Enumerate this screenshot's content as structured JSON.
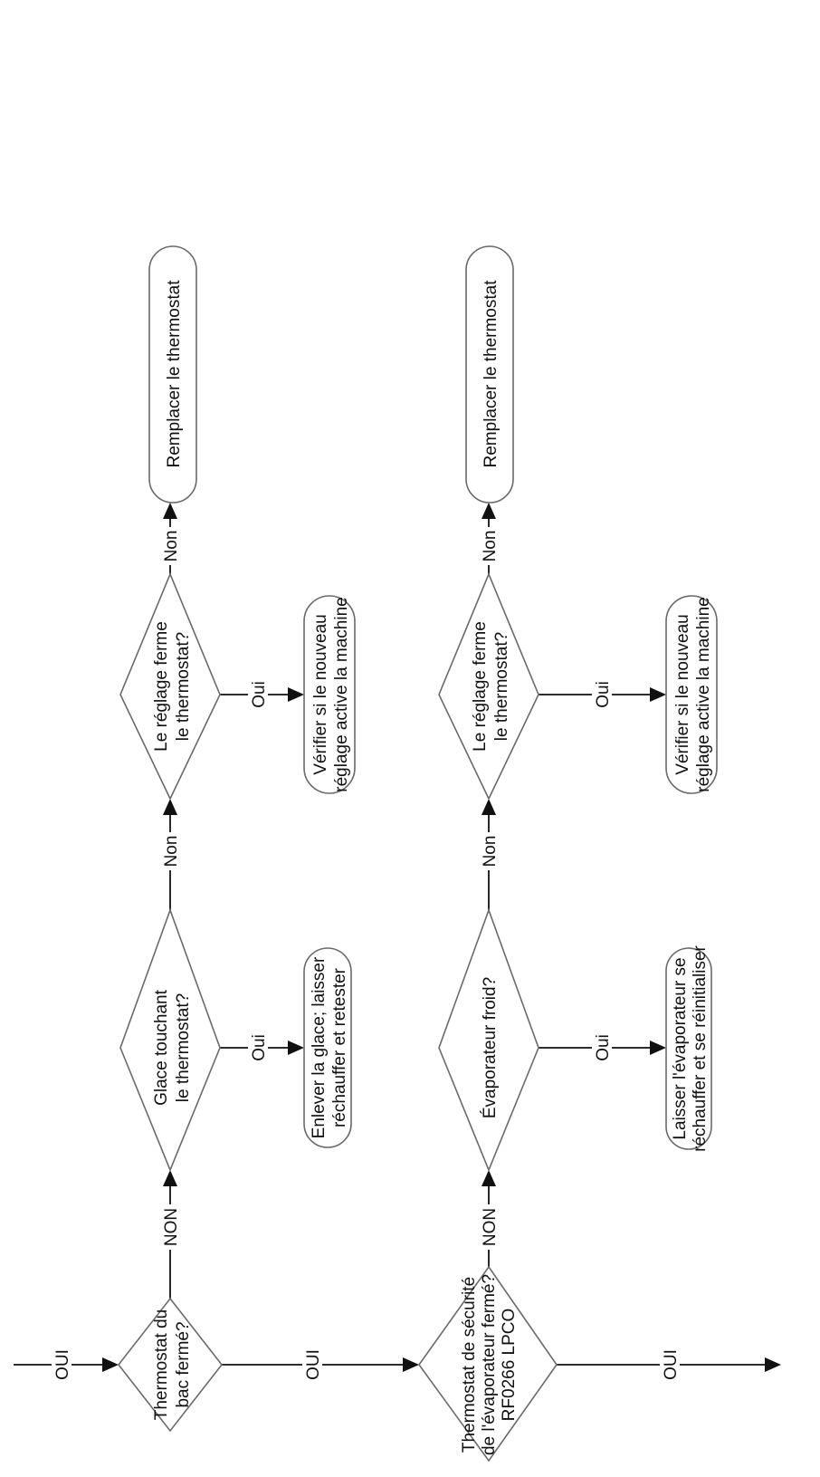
{
  "colors": {
    "shape_stroke": "#6a6a6a",
    "line": "#111111",
    "background": "#ffffff"
  },
  "nodes": {
    "d1": [
      "Thermostat du",
      "bac fermé?"
    ],
    "d2": [
      "Glace touchant",
      "le thermostat?"
    ],
    "r2": [
      "Enlever la glace; laisser",
      "réchauffer et retester"
    ],
    "d3": [
      "Le réglage ferme",
      "le thermostat?"
    ],
    "r3": [
      "Vérifier si le nouveau",
      "réglage active la machine"
    ],
    "e1": [
      "Remplacer le thermostat"
    ],
    "d4": [
      "Thermostat de sécurité",
      "de l'évaporateur fermé?",
      "RF0266 LPCO"
    ],
    "d5": [
      "Évaporateur froid?"
    ],
    "r5": [
      "Laisser l'évaporateur se",
      "réchauffer et se réinitialiser"
    ],
    "d6": [
      "Le réglage ferme",
      "le thermostat?"
    ],
    "r6": [
      "Vérifier si le nouveau",
      "réglage active la machine"
    ],
    "e2": [
      "Remplacer le thermostat"
    ]
  },
  "edges": {
    "in": "OUI",
    "d1_d2": "NON",
    "d2_r2": "Oui",
    "d2_d3": "Non",
    "d3_r3": "Oui",
    "d3_e1": "Non",
    "d1_d4": "OUI",
    "d4_d5": "NON",
    "d5_r5": "Oui",
    "d5_d6": "Non",
    "d6_r6": "Oui",
    "d6_e2": "Non",
    "out": "OUI"
  }
}
